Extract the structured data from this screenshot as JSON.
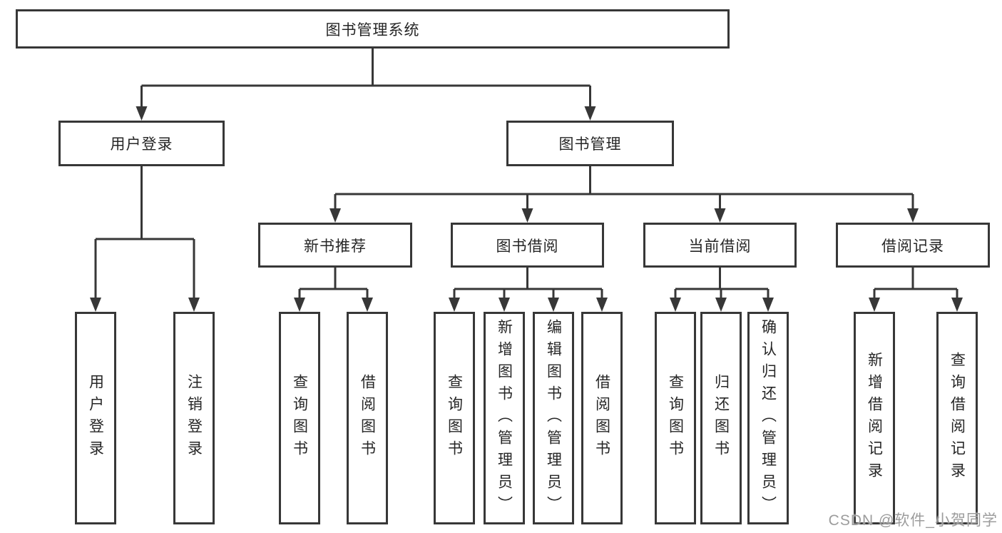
{
  "nodes": {
    "root": "图书管理系统",
    "level2": {
      "user_login": "用户登录",
      "book_mgmt": "图书管理"
    },
    "level3": {
      "new_book": "新书推荐",
      "borrowing": "图书借阅",
      "current": "当前借阅",
      "records": "借阅记录"
    },
    "leaves": {
      "user_login": "用户登录",
      "logout": "注销登录",
      "rec_query_books": "查询图书",
      "rec_borrow_books": "借阅图书",
      "bor_query_books": "查询图书",
      "bor_add_books_admin": "新增图书（管理员）",
      "bor_edit_books_admin": "编辑图书（管理员）",
      "bor_borrow_books": "借阅图书",
      "cur_query_books": "查询图书",
      "cur_return_books": "归还图书",
      "cur_confirm_return_admin": "确认归还（管理员）",
      "rec_add_record": "新增借阅记录",
      "rec_query_record": "查询借阅记录"
    }
  },
  "watermark": "CSDN @软件_小贺同学",
  "colors": {
    "line": "#373737",
    "box_border": "#373737",
    "box_background": "#ffffff",
    "text": "#262626",
    "watermark": "#9c9c9c",
    "page_background": "#ffffff"
  }
}
